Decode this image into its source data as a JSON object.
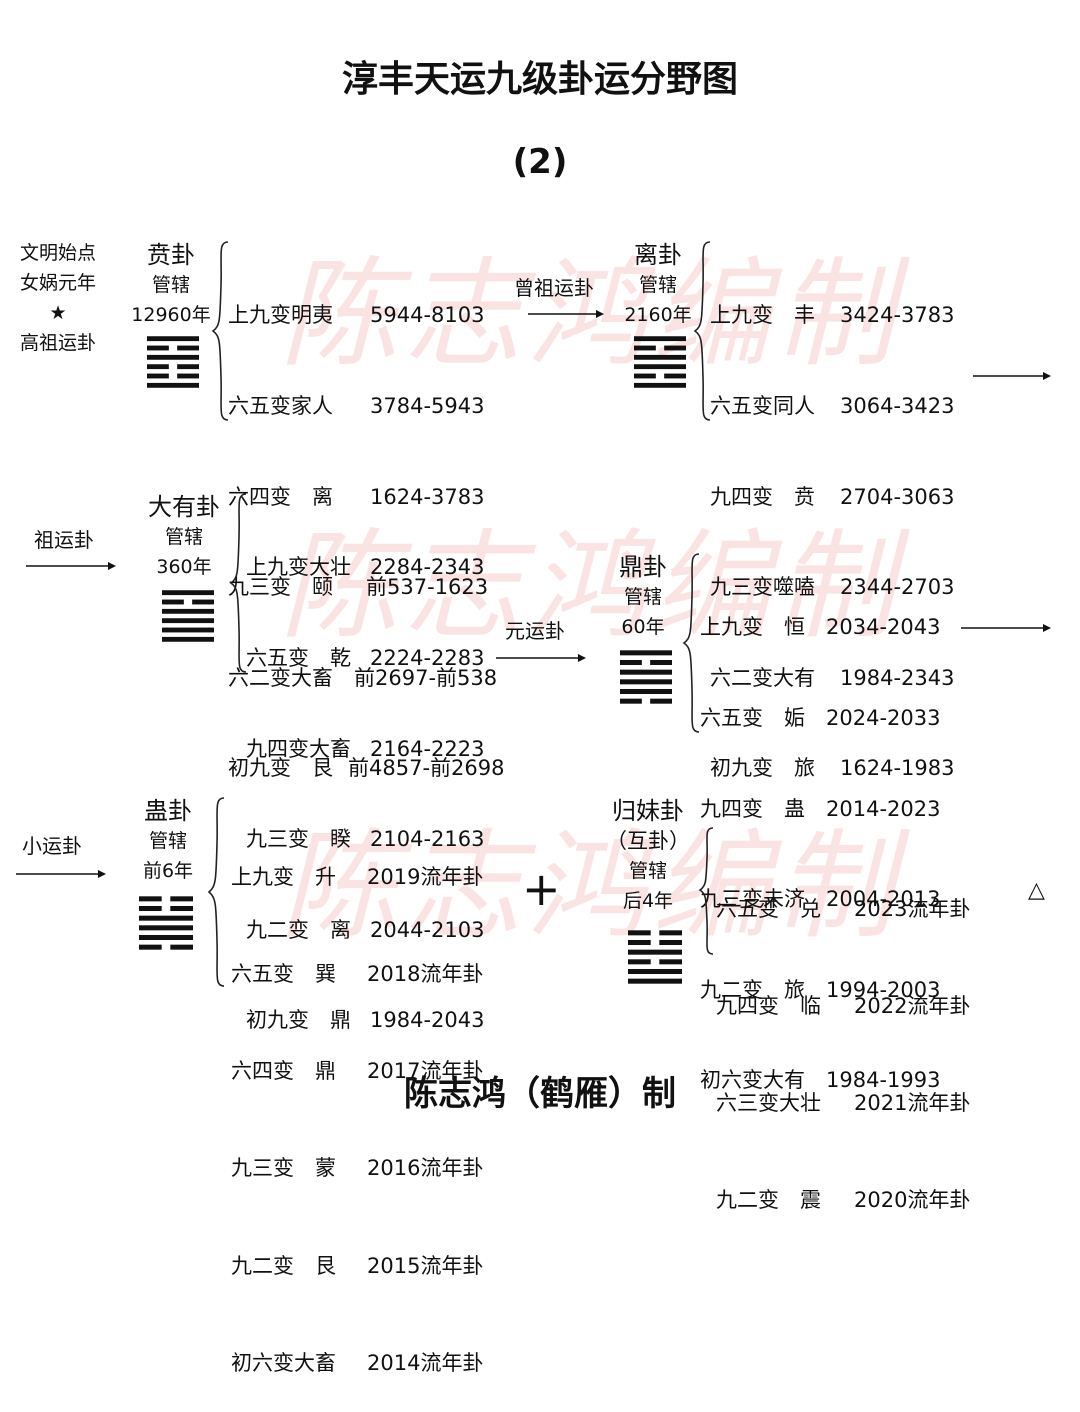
{
  "title": "淳丰天运九级卦运分野图",
  "subtitle": "(2)",
  "footer": "陈志鸿（鹤雁）制",
  "watermark": "陈志鸿编制",
  "origin_note": [
    "文明始点",
    "女娲元年",
    "★",
    "高祖运卦"
  ],
  "labels": {
    "zengzu": "曾祖运卦",
    "zu": "祖运卦",
    "yuan": "元运卦",
    "xiao": "小运卦"
  },
  "plus": "+",
  "triangle": "△",
  "blocks": {
    "bi": {
      "name": "贲卦",
      "gov": "管辖",
      "span": "12960年",
      "rows": [
        {
          "name": "上九变明夷",
          "value": "5944-8103"
        },
        {
          "name": "六五变家人",
          "value": "3784-5943"
        },
        {
          "name": "六四变　离",
          "value": "1624-3783"
        },
        {
          "name": "九三变　颐",
          "value": "前537-1623"
        },
        {
          "name": "六二变大畜",
          "value": "前2697-前538"
        },
        {
          "name": "初九变　艮",
          "value": "前4857-前2698"
        }
      ]
    },
    "li": {
      "name": "离卦",
      "gov": "管辖",
      "span": "2160年",
      "rows": [
        {
          "name": "上九变　丰",
          "value": "3424-3783"
        },
        {
          "name": "六五变同人",
          "value": "3064-3423"
        },
        {
          "name": "九四变　贲",
          "value": "2704-3063"
        },
        {
          "name": "九三变噬嗑",
          "value": "2344-2703"
        },
        {
          "name": "六二变大有",
          "value": "1984-2343"
        },
        {
          "name": "初九变　旅",
          "value": "1624-1983"
        }
      ]
    },
    "dayou": {
      "name": "大有卦",
      "gov": "管辖",
      "span": "360年",
      "rows": [
        {
          "name": "上九变大壮",
          "value": "2284-2343"
        },
        {
          "name": "六五变　乾",
          "value": "2224-2283"
        },
        {
          "name": "九四变大畜",
          "value": "2164-2223"
        },
        {
          "name": "九三变　睽",
          "value": "2104-2163"
        },
        {
          "name": "九二变　离",
          "value": "2044-2103"
        },
        {
          "name": "初九变　鼎",
          "value": "1984-2043"
        }
      ]
    },
    "ding": {
      "name": "鼎卦",
      "gov": "管辖",
      "span": "60年",
      "rows": [
        {
          "name": "上九变　恒",
          "value": "2034-2043"
        },
        {
          "name": "六五变　姤",
          "value": "2024-2033"
        },
        {
          "name": "九四变　蛊",
          "value": "2014-2023"
        },
        {
          "name": "九三变未济",
          "value": "2004-2013"
        },
        {
          "name": "九二变　旅",
          "value": "1994-2003"
        },
        {
          "name": "初六变大有",
          "value": "1984-1993"
        }
      ]
    },
    "gu": {
      "name": "蛊卦",
      "gov": "管辖",
      "span": "前6年",
      "rows": [
        {
          "name": "上九变　升",
          "value": "2019流年卦"
        },
        {
          "name": "六五变　巽",
          "value": "2018流年卦"
        },
        {
          "name": "六四变　鼎",
          "value": "2017流年卦"
        },
        {
          "name": "九三变　蒙",
          "value": "2016流年卦"
        },
        {
          "name": "九二变　艮",
          "value": "2015流年卦"
        },
        {
          "name": "初六变大畜",
          "value": "2014流年卦"
        }
      ]
    },
    "guimei": {
      "name": "归妹卦",
      "note": "（互卦）",
      "gov": "管辖",
      "span": "后4年",
      "rows": [
        {
          "name": "六五变　兑",
          "value": "2023流年卦"
        },
        {
          "name": "九四变　临",
          "value": "2022流年卦"
        },
        {
          "name": "六三变大壮",
          "value": "2021流年卦"
        },
        {
          "name": "九二变　震",
          "value": "2020流年卦"
        }
      ]
    }
  },
  "hexagrams": {
    "bi": [
      1,
      0,
      0,
      1,
      0,
      1
    ],
    "li": [
      1,
      0,
      1,
      1,
      0,
      1
    ],
    "dayou": [
      1,
      1,
      1,
      1,
      0,
      1
    ],
    "ding": [
      0,
      1,
      1,
      1,
      0,
      1
    ],
    "gu": [
      0,
      1,
      1,
      1,
      0,
      0
    ],
    "guimei": [
      1,
      1,
      0,
      1,
      0,
      0
    ]
  }
}
